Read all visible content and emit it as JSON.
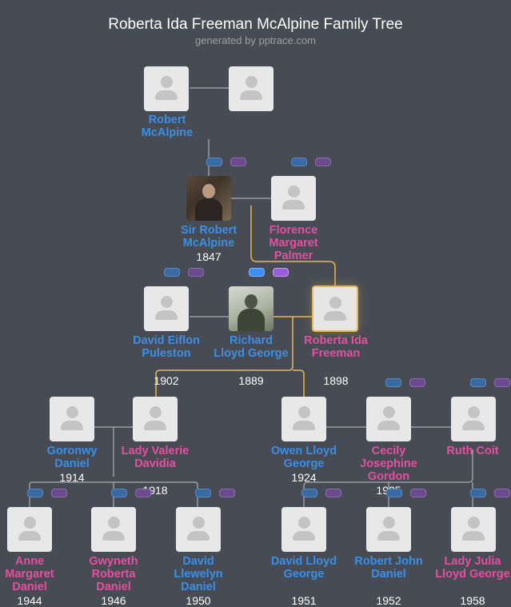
{
  "header": {
    "title": "Roberta Ida Freeman McAlpine Family Tree",
    "subtitle": "generated by pptrace.com"
  },
  "colors": {
    "male": "#3a8fe8",
    "female": "#e54fa0",
    "background": "#474b53",
    "highlight": "#e8b84b"
  },
  "people": {
    "robert_mcalpine": {
      "name": "Robert McAlpine",
      "year": ""
    },
    "unknown_mother": {
      "name": "",
      "year": ""
    },
    "sir_robert": {
      "name": "Sir Robert McAlpine",
      "year": "1847"
    },
    "florence": {
      "name": "Florence Margaret Palmer",
      "year": ""
    },
    "david_eiflon": {
      "name": "David Eiflon Puleston",
      "year": "1902"
    },
    "richard": {
      "name": "Richard Lloyd George",
      "year": "1889"
    },
    "roberta": {
      "name": "Roberta Ida Freeman",
      "year": "1898"
    },
    "goronwy": {
      "name": "Goronwy Daniel",
      "year": "1914"
    },
    "lady_valerie": {
      "name": "Lady Valerie Davidia",
      "year": "1918"
    },
    "owen": {
      "name": "Owen Lloyd George",
      "year": "1924"
    },
    "cecily": {
      "name": "Cecily Josephine Gordon",
      "year": "1925"
    },
    "ruth": {
      "name": "Ruth Coit",
      "year": ""
    },
    "anne": {
      "name": "Anne Margaret Daniel",
      "year": "1944"
    },
    "gwyneth": {
      "name": "Gwyneth Roberta Daniel",
      "year": "1946"
    },
    "david_llewelyn": {
      "name": "David Llewelyn Daniel",
      "year": "1950"
    },
    "david_lloyd": {
      "name": "David Lloyd George",
      "year": "1951"
    },
    "robert_john": {
      "name": "Robert John Daniel",
      "year": "1952"
    },
    "lady_julia": {
      "name": "Lady Julia Lloyd George",
      "year": "1958"
    }
  }
}
